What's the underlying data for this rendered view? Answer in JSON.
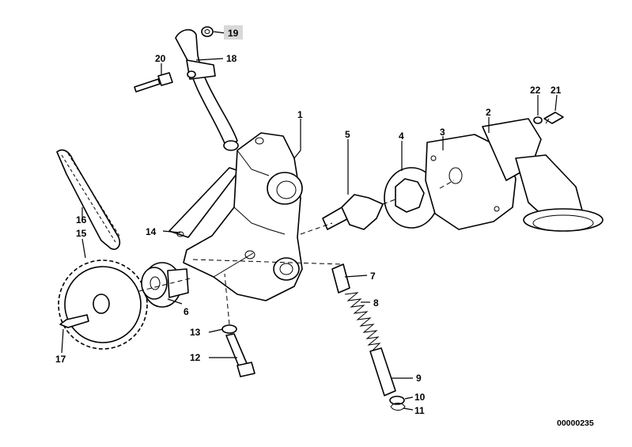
{
  "diagram": {
    "reference_number": "00000235",
    "highlight_color": "#d8d8d8",
    "labels": {
      "p1": "1",
      "p2": "2",
      "p3": "3",
      "p4": "4",
      "p5": "5",
      "p6": "6",
      "p7": "7",
      "p8": "8",
      "p9": "9",
      "p10": "10",
      "p11": "11",
      "p12": "12",
      "p13": "13",
      "p14": "14",
      "p15": "15",
      "p16": "16",
      "p17": "17",
      "p18": "18",
      "p19": "19",
      "p20": "20",
      "p21": "21",
      "p22": "22"
    }
  }
}
